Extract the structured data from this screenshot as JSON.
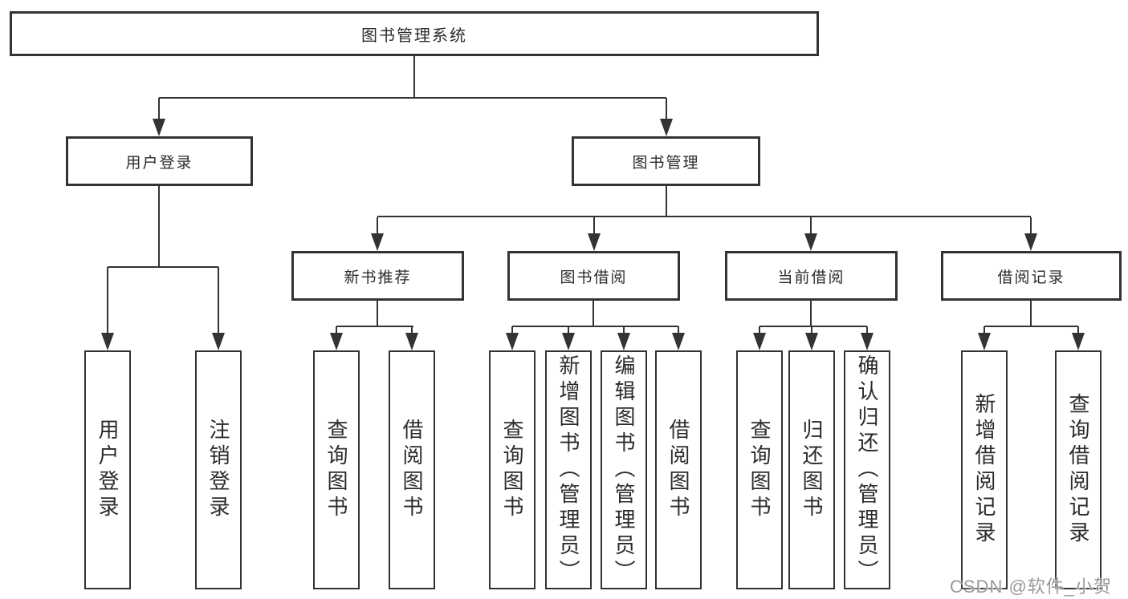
{
  "diagram_title": "图书管理系统",
  "tree": {
    "label": "图书管理系统",
    "children": [
      {
        "label": "用户登录",
        "children": [
          {
            "label": "用户登录"
          },
          {
            "label": "注销登录"
          }
        ]
      },
      {
        "label": "图书管理",
        "children": [
          {
            "label": "新书推荐",
            "children": [
              {
                "label": "查询图书"
              },
              {
                "label": "借阅图书"
              }
            ]
          },
          {
            "label": "图书借阅",
            "children": [
              {
                "label": "查询图书"
              },
              {
                "label": "新增图书（管理员）"
              },
              {
                "label": "编辑图书（管理员）"
              },
              {
                "label": "借阅图书"
              }
            ]
          },
          {
            "label": "当前借阅",
            "children": [
              {
                "label": "查询图书"
              },
              {
                "label": "归还图书"
              },
              {
                "label": "确认归还（管理员）"
              }
            ]
          },
          {
            "label": "借阅记录",
            "children": [
              {
                "label": "新增借阅记录"
              },
              {
                "label": "查询借阅记录"
              }
            ]
          }
        ]
      }
    ]
  },
  "watermark": {
    "text": "CSDN @软件_小贺同学"
  },
  "colors": {
    "line": "#333333",
    "box_border": "#333333",
    "box_fill": "#ffffff",
    "background": "#ffffff",
    "watermark": "#999999"
  }
}
